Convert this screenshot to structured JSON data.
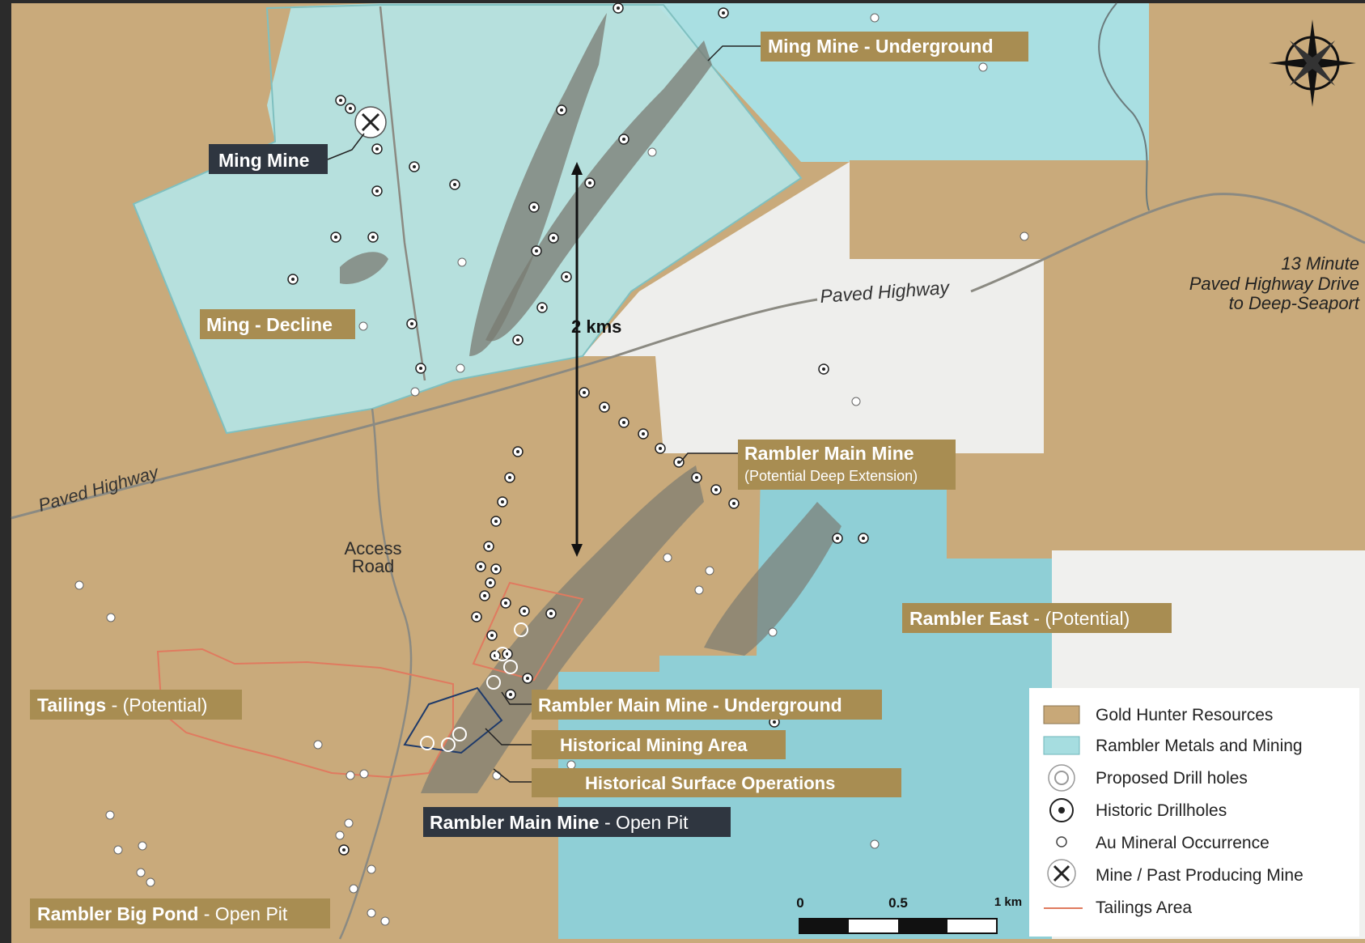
{
  "labels": {
    "ming_mine_underground": "Ming Mine - Underground",
    "ming_mine": "Ming Mine",
    "ming_decline": "Ming - Decline",
    "two_kms": "2 kms",
    "paved_highway_east": "Paved Highway",
    "paved_highway_west": "Paved Highway",
    "seaport_line1": "13 Minute",
    "seaport_line2": "Paved Highway Drive",
    "seaport_line3": "to Deep-Seaport",
    "rambler_main_mine": "Rambler Main Mine",
    "rambler_main_mine_sub": "(Potential Deep Extension)",
    "access_line1": "Access",
    "access_line2": "Road",
    "rambler_east_bold": "Rambler East",
    "rambler_east_rest": " - (Potential)",
    "tailings_bold": "Tailings",
    "tailings_rest": " - (Potential)",
    "rambler_underground": "Rambler Main Mine - Underground",
    "historical_mining_area": "Historical Mining Area",
    "historical_surface_ops": "Historical Surface Operations",
    "open_pit_bold": "Rambler Main Mine",
    "open_pit_rest": " - Open Pit",
    "big_pond_bold": "Rambler Big Pond",
    "big_pond_rest": " - Open Pit"
  },
  "legend": {
    "items": [
      {
        "label": "Gold Hunter Resources",
        "icon": "tan-swatch-icon"
      },
      {
        "label": "Rambler Metals and Mining",
        "icon": "cyan-swatch-icon"
      },
      {
        "label": "Proposed Drill holes",
        "icon": "double-ring-icon"
      },
      {
        "label": "Historic Drillholes",
        "icon": "dot-in-circle-icon"
      },
      {
        "label": "Au Mineral Occurrence",
        "icon": "small-circle-icon"
      },
      {
        "label": "Mine / Past Producing Mine",
        "icon": "pick-and-shovel-icon"
      },
      {
        "label": "Tailings Area",
        "icon": "red-line-icon"
      }
    ]
  },
  "scale_bar": {
    "tick_0": "0",
    "tick_mid": "0.5",
    "tick_end": "1 km"
  },
  "colors": {
    "gold_hunter": "#c8a878",
    "rambler_metals": "#a6dde0",
    "label_gold": "#a88d52",
    "label_dark": "#2f3640",
    "tailings": "#e07a5f"
  }
}
